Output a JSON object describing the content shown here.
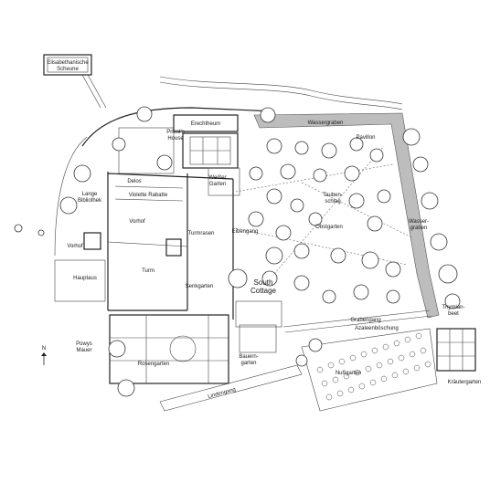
{
  "labels": {
    "scheune": [
      "Elisabethanische",
      "Scheune"
    ],
    "erechtheum": "Erechtheum",
    "priests_house": [
      "Priest's",
      "House"
    ],
    "wassergraben_top": "Wassergraben",
    "pavillon": "Pavillon",
    "delos": "Delos",
    "weisser_garten": [
      "Weißer",
      "Garten"
    ],
    "lange_bibliothek": [
      "Lange",
      "Bibliothek"
    ],
    "violette_rabatte": "Violette Rabatte",
    "taubenschlag": [
      "Tauben-",
      "schlag"
    ],
    "obstgarten": "Obstgarten",
    "vorhof_upper": "Vorhof",
    "eibengang": "Eibengang",
    "turmrasen": "Turmrasen",
    "wassergraben_right": [
      "Wasser-",
      "graben"
    ],
    "vorhof_left": "Vorhof",
    "turm": "Turm",
    "hauptaus": "Hauptaus",
    "south_cottage": [
      "South",
      "Cottage"
    ],
    "senkgarten": "Senkgarten",
    "grabengang": "Grabengang",
    "thymianbeet": [
      "Thymian-",
      "beet"
    ],
    "azaleenböschung": "Azaleenböschung",
    "powys_mauer": [
      "Powys",
      "Mauer"
    ],
    "bauerngarten": [
      "Bauern-",
      "garten"
    ],
    "rosengarten": "Rosengarten",
    "nussgarten": "Nußgarten",
    "krautergarten": "Kräutergarten",
    "lindengang": "Lindengang",
    "north": "N"
  }
}
